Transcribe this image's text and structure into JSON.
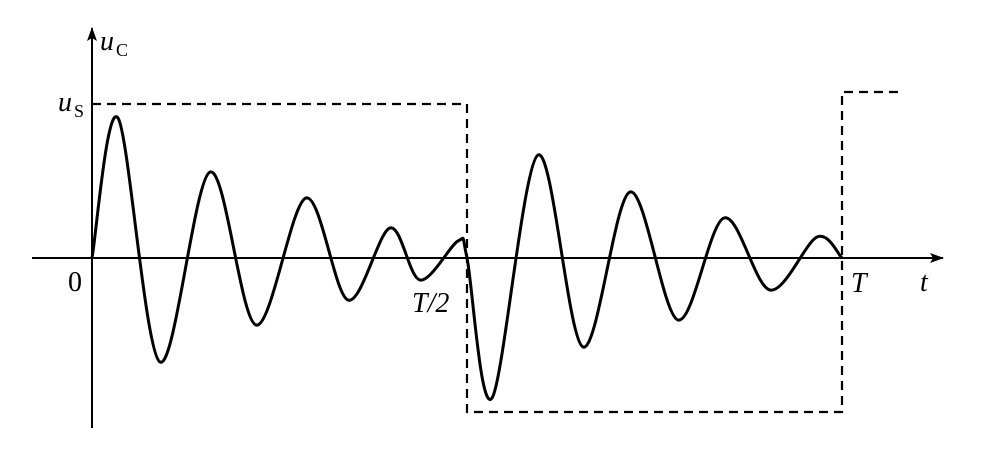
{
  "axes": {
    "y_symbol": "u",
    "y_subscript": "C",
    "x_label": "t",
    "origin_label": "0"
  },
  "labels": {
    "source_symbol": "u",
    "source_subscript": "S",
    "half_period": "T/2",
    "period": "T"
  },
  "style": {
    "line_color": "#000000",
    "background": "#ffffff"
  }
}
